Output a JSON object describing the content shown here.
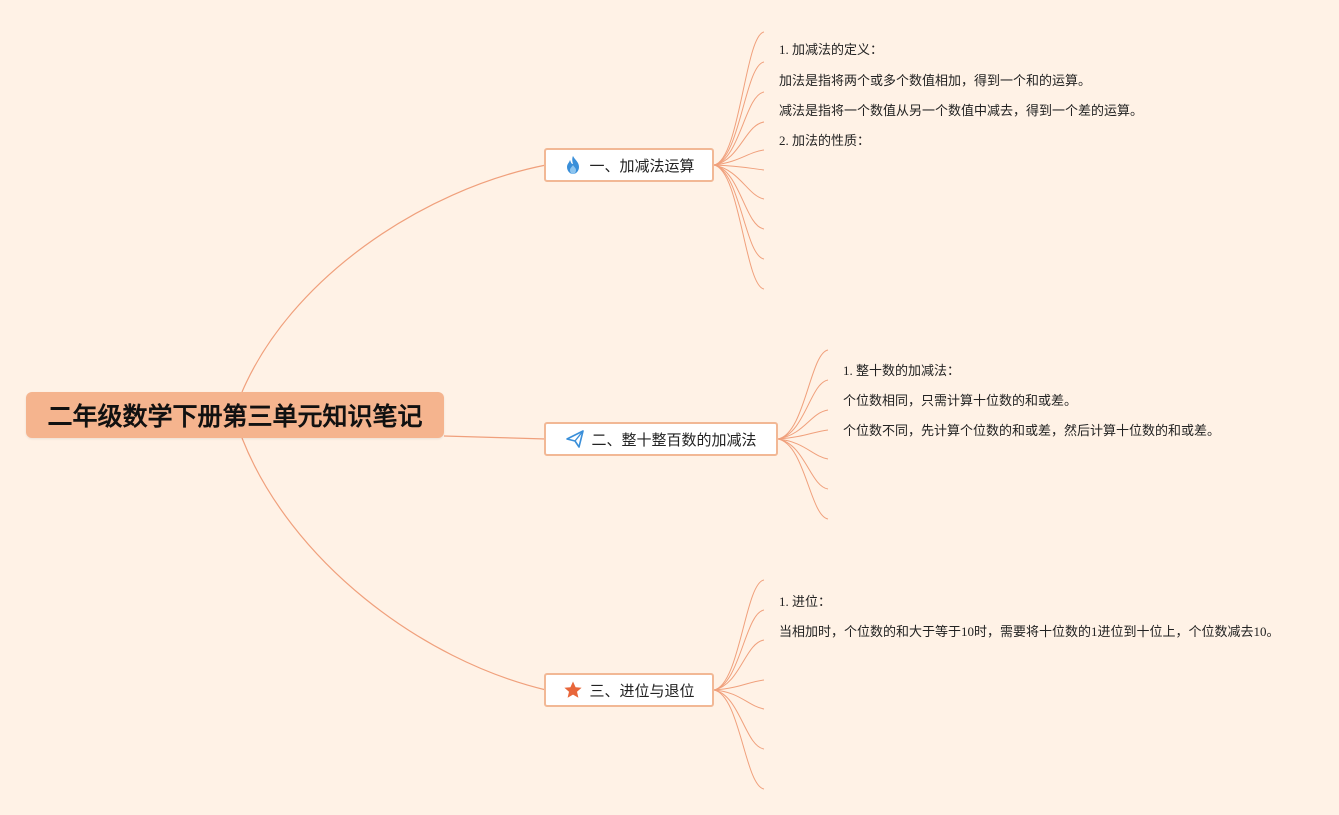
{
  "colors": {
    "background": "#fff2e6",
    "root_fill": "#f5b48e",
    "topic_border": "#f2b895",
    "branch_line": "#f0a07c",
    "icon_blue": "#3a8fd9",
    "icon_orange": "#e8663a"
  },
  "root": {
    "title": "二年级数学下册第三单元知识笔记"
  },
  "topics": [
    {
      "label": "一、加减法运算",
      "icon": "fire-icon",
      "notes": [
        "1. 加减法的定义：",
        "加法是指将两个或多个数值相加，得到一个和的运算。",
        "减法是指将一个数值从另一个数值中减去，得到一个差的运算。",
        "2. 加法的性质："
      ]
    },
    {
      "label": "二、整十整百数的加减法",
      "icon": "paper-plane-icon",
      "notes": [
        "1. 整十数的加减法：",
        "个位数相同，只需计算十位数的和或差。",
        "个位数不同，先计算个位数的和或差，然后计算十位数的和或差。"
      ]
    },
    {
      "label": "三、进位与退位",
      "icon": "star-icon",
      "notes": [
        "1. 进位：",
        "当相加时，个位数的和大于等于10时，需要将十位数的1进位到十位上，个位数减去10。"
      ]
    }
  ]
}
